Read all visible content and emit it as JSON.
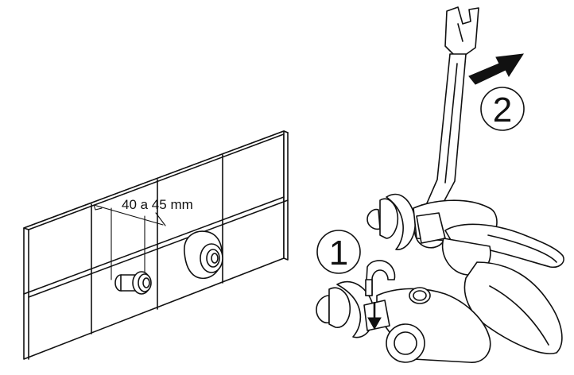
{
  "diagram": {
    "measurement_label": "40 a 45 mm",
    "step_markers": [
      {
        "id": "step-1",
        "label": "1"
      },
      {
        "id": "step-2",
        "label": "2"
      }
    ],
    "colors": {
      "line": "#111111",
      "background": "#ffffff"
    },
    "icons": [
      "wall-tile-panel-icon",
      "wall-connector-icon",
      "wrench-icon",
      "arrow-icon",
      "mixer-faucet-icon",
      "washer-icon",
      "clip-icon"
    ]
  }
}
